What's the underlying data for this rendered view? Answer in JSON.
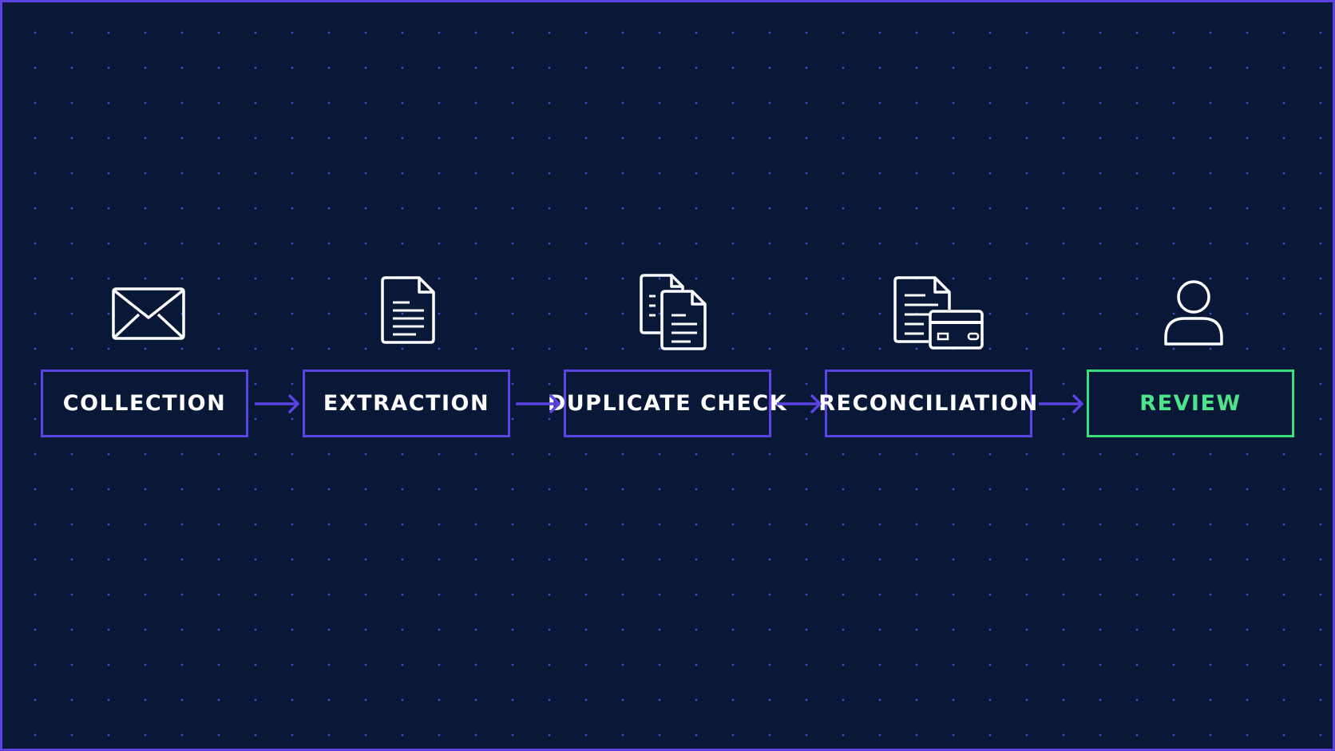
{
  "diagram": {
    "colors": {
      "background": "#0a1838",
      "accent": "#5b43e0",
      "final_accent": "#38e07b",
      "label": "#ffffff",
      "final_label": "#4ee58a",
      "icon_stroke": "#ffffff"
    },
    "steps": [
      {
        "label": "COLLECTION",
        "icon": "envelope-icon"
      },
      {
        "label": "EXTRACTION",
        "icon": "document-icon"
      },
      {
        "label": "DUPLICATE CHECK",
        "icon": "duplicate-documents-icon"
      },
      {
        "label": "RECONCILIATION",
        "icon": "document-card-icon"
      },
      {
        "label": "REVIEW",
        "icon": "user-icon"
      }
    ]
  }
}
